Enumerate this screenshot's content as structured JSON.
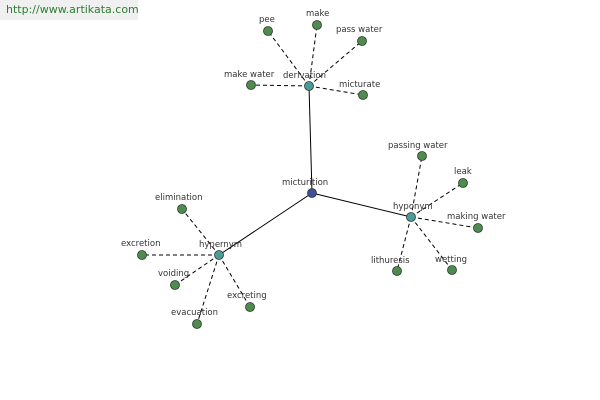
{
  "watermark": "http://www.artikata.com",
  "colors": {
    "root_node": "#3f4f9a",
    "relation_node": "#4d9a9a",
    "word_node": "#4f8a4f",
    "node_stroke": "#2a3a2a",
    "edge": "#000000"
  },
  "graph": {
    "root": {
      "id": "root",
      "label": "micturition"
    },
    "relations": [
      {
        "id": "derivation",
        "label": "derivation"
      },
      {
        "id": "hyponym",
        "label": "hyponym"
      },
      {
        "id": "hypernym",
        "label": "hypernym"
      }
    ],
    "words": [
      {
        "id": "w-pee",
        "label": "pee",
        "parent": "derivation"
      },
      {
        "id": "w-make",
        "label": "make",
        "parent": "derivation"
      },
      {
        "id": "w-pass-water",
        "label": "pass water",
        "parent": "derivation"
      },
      {
        "id": "w-make-water",
        "label": "make water",
        "parent": "derivation"
      },
      {
        "id": "w-micturate",
        "label": "micturate",
        "parent": "derivation"
      },
      {
        "id": "w-passing-water",
        "label": "passing water",
        "parent": "hyponym"
      },
      {
        "id": "w-leak",
        "label": "leak",
        "parent": "hyponym"
      },
      {
        "id": "w-making-water",
        "label": "making water",
        "parent": "hyponym"
      },
      {
        "id": "w-lithuresis",
        "label": "lithuresis",
        "parent": "hyponym"
      },
      {
        "id": "w-wetting",
        "label": "wetting",
        "parent": "hyponym"
      },
      {
        "id": "w-elimination",
        "label": "elimination",
        "parent": "hypernym"
      },
      {
        "id": "w-excretion",
        "label": "excretion",
        "parent": "hypernym"
      },
      {
        "id": "w-voiding",
        "label": "voiding",
        "parent": "hypernym"
      },
      {
        "id": "w-excreting",
        "label": "excreting",
        "parent": "hypernym"
      },
      {
        "id": "w-evacuation",
        "label": "evacuation",
        "parent": "hypernym"
      }
    ]
  }
}
